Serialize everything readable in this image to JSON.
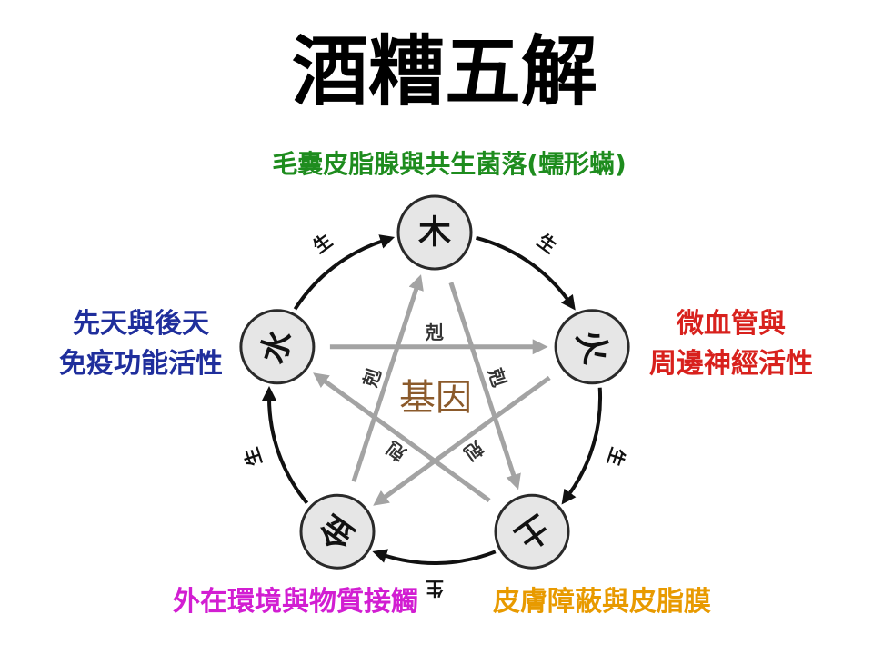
{
  "title": "酒糟五解",
  "labels": {
    "top": "毛囊皮脂腺與共生菌落(蠕形蟎)",
    "left": [
      "先天與後天",
      "免疫功能活性"
    ],
    "right": [
      "微血管與",
      "周邊神經活性"
    ],
    "bottom_left": "外在環境與物質接觸",
    "bottom_right": "皮膚障蔽與皮脂膜"
  },
  "center": "基因",
  "elements": [
    "木",
    "火",
    "土",
    "金",
    "水"
  ],
  "generating_label": "生",
  "controlling_label": "剋",
  "colors": {
    "title": "#000000",
    "top_label": "#1e8c1e",
    "left_label": "#1f2e9c",
    "right_label": "#d8211d",
    "bottom_left_label": "#d21ed2",
    "bottom_right_label": "#e89a00",
    "center": "#8b5a2b",
    "generating_arrow": "#111111",
    "controlling_arrow": "#a3a3a3",
    "node_fill": "#e6e6e6"
  }
}
